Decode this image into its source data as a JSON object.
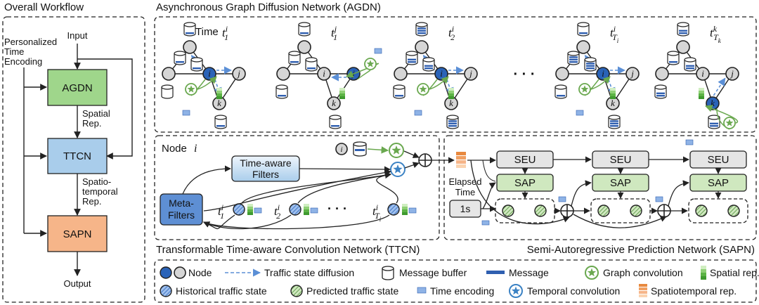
{
  "workflow": {
    "title": "Overall Workflow",
    "input": "Input",
    "output": "Output",
    "pte_lines": [
      "Personalized",
      "Time",
      "Encoding"
    ],
    "agdn": "AGDN",
    "ttcn": "TTCN",
    "sapn": "SAPN",
    "spatial_rep": [
      "Spatial",
      "Rep."
    ],
    "st_rep": [
      "Spatio-",
      "temporal",
      "Rep."
    ]
  },
  "agdn_panel": {
    "title": "Asynchronous Graph Diffusion Network (AGDN)",
    "time_word": "Time",
    "ellipsis": "· · ·",
    "snapshots": [
      {
        "var": "t",
        "sup": "i",
        "sub": "1",
        "active": "i"
      },
      {
        "var": "t",
        "sup": "j",
        "sub": "1",
        "active": "j"
      },
      {
        "var": "t",
        "sup": "i",
        "sub": "2",
        "active": "i"
      },
      {
        "var": "t",
        "sup": "i",
        "sub": "T",
        "subsup": "i",
        "active": "i"
      },
      {
        "var": "t",
        "sup": "k",
        "sub": "T",
        "subsup": "k",
        "active": "k"
      }
    ],
    "nodes": {
      "i": "i",
      "j": "j",
      "k": "k"
    }
  },
  "ttcn_panel": {
    "title": "Transformable Time-aware Convolution Network (TTCN)",
    "node_label": "Node",
    "node_var": "i",
    "filters": [
      "Time-aware",
      "Filters"
    ],
    "meta_filters": [
      "Meta-",
      "Filters"
    ],
    "inputs": [
      {
        "var": "t",
        "sup": "i",
        "sub": "1"
      },
      {
        "var": "t",
        "sup": "i",
        "sub": "2"
      },
      {
        "var": "t",
        "sup": "i",
        "sub": "T",
        "subsup": "i"
      }
    ],
    "ellipsis": "· · ·"
  },
  "sapn_panel": {
    "title": "Semi-Autoregressive Prediction Network (SAPN)",
    "elapsed": [
      "Elapsed",
      "Time"
    ],
    "elapsed_value": "1s",
    "seu": "SEU",
    "sap": "SAP"
  },
  "legend": {
    "node": "Node",
    "diffusion": "Traffic state diffusion",
    "buffer": "Message buffer",
    "message": "Message",
    "graph_conv": "Graph convolution",
    "spatial_rep": "Spatial rep.",
    "historical": "Historical traffic state",
    "predicted": "Predicted traffic state",
    "time_enc": "Time encoding",
    "temporal_conv": "Temporal convolution",
    "st_rep": "Spatiotemporal rep."
  },
  "colors": {
    "agdn_fill": "#9fd68b",
    "ttcn_fill": "#a9cdeb",
    "sapn_fill": "#f6b589",
    "node_gray": "#d6d6d6",
    "node_blue": "#2a63b8",
    "message_blue": "#2f5fb0",
    "arrow_blue": "#5b8fd6",
    "green_conv": "#6aa84f",
    "seu_fill": "#e5e5e5",
    "sap_fill": "#cfe8bf"
  }
}
